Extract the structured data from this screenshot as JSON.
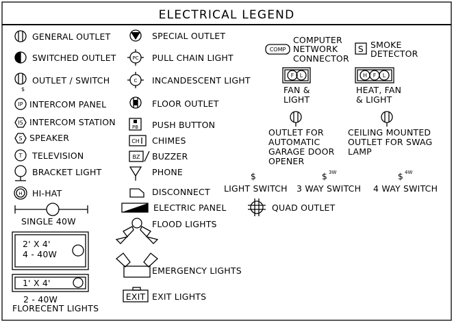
{
  "title": "ELECTRICAL LEGEND",
  "left": {
    "general_outlet": "GENERAL OUTLET",
    "switched_outlet": "SWITCHED OUTLET",
    "outlet_switch": "OUTLET / SWITCH",
    "intercom_panel": "INTERCOM PANEL",
    "intercom_station": "INTERCOM STATION",
    "speaker": "SPEAKER",
    "television": "TELEVISION",
    "bracket_light": "BRACKET LIGHT",
    "hi_hat": "HI-HAT",
    "single_40w": "SINGLE 40W",
    "fixture_2x4_line1": "2' X 4'",
    "fixture_2x4_line2": "4 - 40W",
    "fixture_1x4_line1": "1' X 4'",
    "fixture_1x4_line2": "2 - 40W",
    "florecent_lights": "FLORECENT LIGHTS"
  },
  "middle": {
    "special_outlet": "SPECIAL OUTLET",
    "pull_chain_light": "PULL CHAIN LIGHT",
    "incandescent_light": "INCANDESCENT LIGHT",
    "floor_outlet": "FLOOR OUTLET",
    "push_button": "PUSH BUTTON",
    "chimes": "CHIMES",
    "buzzer": "BUZZER",
    "phone": "PHONE",
    "disconnect": "DISCONNECT",
    "electric_panel": "ELECTRIC PANEL",
    "flood_lights": "FLOOD LIGHTS",
    "emergency_lights": "EMERGENCY LIGHTS",
    "exit_lights": "EXIT LIGHTS"
  },
  "right": {
    "computer_1": "COMPUTER",
    "computer_2": "NETWORK",
    "computer_3": "CONNECTOR",
    "smoke_1": "SMOKE",
    "smoke_2": "DETECTOR",
    "fan_light_1": "FAN &",
    "fan_light_2": "LIGHT",
    "heat_fan_1": "HEAT, FAN",
    "heat_fan_2": "& LIGHT",
    "garage_1": "OUTLET FOR",
    "garage_2": "AUTOMATIC",
    "garage_3": "GARAGE DOOR",
    "garage_4": "OPENER",
    "ceiling_1": "CEILING MOUNTED",
    "ceiling_2": "OUTLET FOR SWAG",
    "ceiling_3": "LAMP",
    "light_switch": "LIGHT SWITCH",
    "three_way": "3 WAY SWITCH",
    "four_way": "4 WAY SWITCH",
    "quad_outlet": "QUAD OUTLET"
  },
  "symbols": {
    "ip": "IP",
    "is": "IS",
    "s": "S",
    "t": "T",
    "h": "H",
    "pc": "PC",
    "c": "C",
    "pb": "PB",
    "ch": "CH",
    "bz": "BZ",
    "comp": "COMP",
    "smoke": "S",
    "f": "F",
    "l": "L",
    "sup3w": "3W",
    "sup4w": "4W",
    "exit": "EXIT"
  }
}
